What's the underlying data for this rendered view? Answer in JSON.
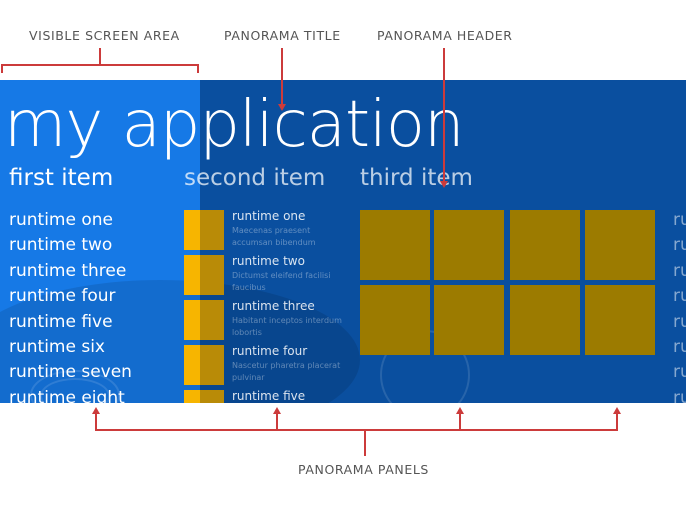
{
  "callouts": {
    "visible_screen_area": "VISIBLE SCREEN AREA",
    "panorama_title": "PANORAMA TITLE",
    "panorama_header": "PANORAMA HEADER",
    "panorama_panels": "PANORAMA PANELS"
  },
  "app": {
    "title": "my application"
  },
  "panels": {
    "first": {
      "header": "first item",
      "items": [
        "runtime one",
        "runtime two",
        "runtime three",
        "runtime four",
        "runtime five",
        "runtime six",
        "runtime seven",
        "runtime eight"
      ]
    },
    "second": {
      "header": "second item",
      "items": [
        {
          "title": "runtime one",
          "subtitle": "Maecenas praesent accumsan bibendum"
        },
        {
          "title": "runtime two",
          "subtitle": "Dictumst eleifend facilisi faucibus"
        },
        {
          "title": "runtime three",
          "subtitle": "Habitant inceptos interdum lobortis"
        },
        {
          "title": "runtime four",
          "subtitle": "Nascetur pharetra placerat pulvinar"
        },
        {
          "title": "runtime five",
          "subtitle": ""
        }
      ]
    },
    "third": {
      "header": "third item",
      "tile_count": 8
    },
    "fourth": {
      "items": [
        "ru",
        "ru",
        "ru",
        "ru",
        "ru",
        "ru",
        "ru",
        "ru"
      ]
    }
  },
  "colors": {
    "visible_area": "#1679e6",
    "offscreen_area": "#0a4f9f",
    "tile": "#9c7b00",
    "accent": "#f7b500",
    "callout_line": "#cc3b3b"
  }
}
